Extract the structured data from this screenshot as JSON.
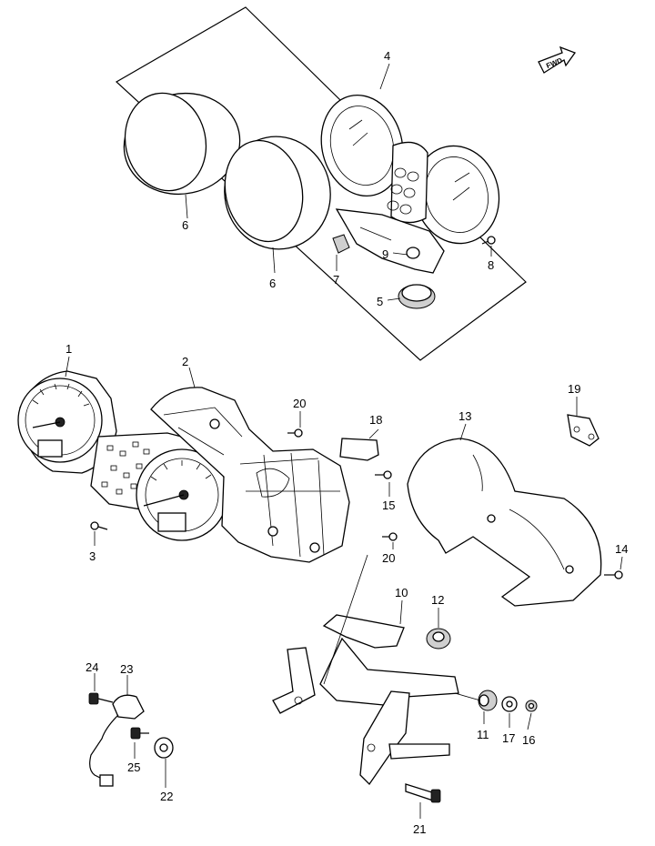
{
  "fwd_label": "FWD",
  "callouts": {
    "c1": "1",
    "c2": "2",
    "c3": "3",
    "c4": "4",
    "c5": "5",
    "c6a": "6",
    "c6b": "6",
    "c7": "7",
    "c8": "8",
    "c9": "9",
    "c10": "10",
    "c11": "11",
    "c12": "12",
    "c13": "13",
    "c14": "14",
    "c15": "15",
    "c16": "16",
    "c17": "17",
    "c18": "18",
    "c19": "19",
    "c20a": "20",
    "c20b": "20",
    "c21": "21",
    "c22": "22",
    "c23": "23",
    "c24": "24",
    "c25": "25"
  }
}
